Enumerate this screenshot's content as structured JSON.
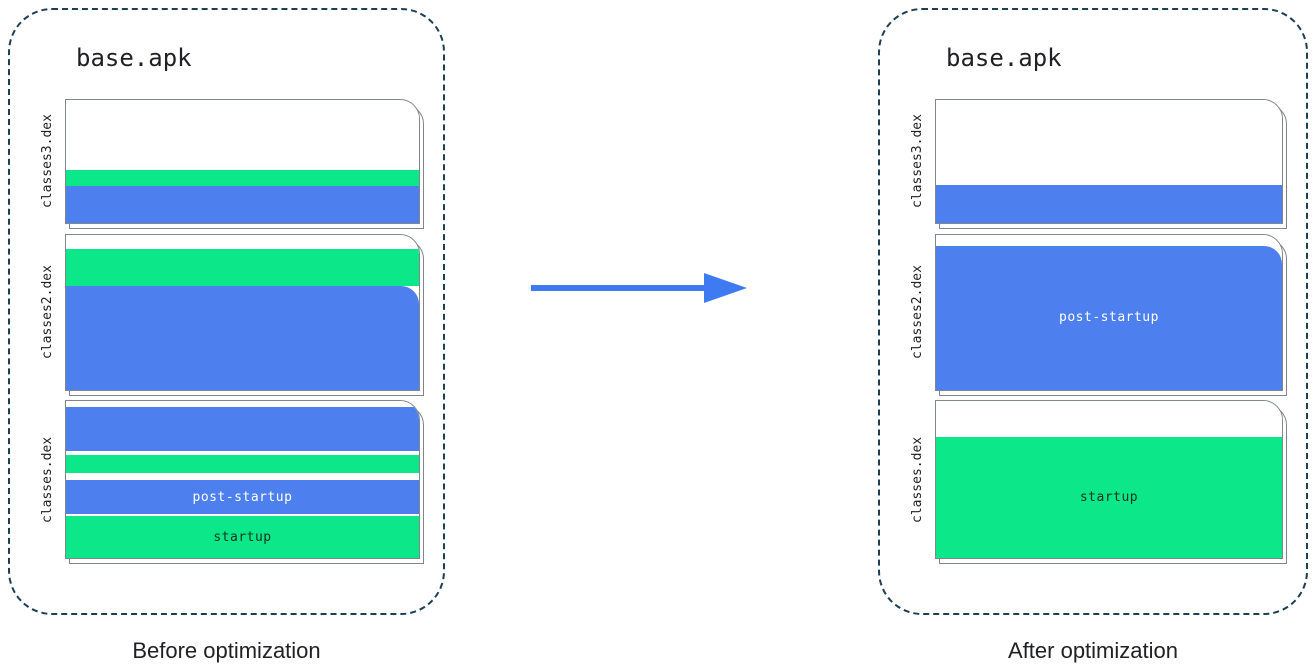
{
  "colors": {
    "green": "#0ce78a",
    "blue": "#4d7fee",
    "arrow": "#3e7bf3",
    "panel_border": "#1d3e53",
    "page_border": "#80868b"
  },
  "panels": [
    {
      "id": "before",
      "title": "base.apk",
      "caption": "Before optimization",
      "files": [
        {
          "name": "classes3.dex",
          "segments": [
            {
              "color": "white",
              "h": 57
            },
            {
              "color": "green",
              "h": 13
            },
            {
              "color": "blue",
              "h": 30
            }
          ]
        },
        {
          "name": "classes2.dex",
          "segments": [
            {
              "color": "white",
              "h": 9
            },
            {
              "color": "green",
              "h": 24
            },
            {
              "color": "blue",
              "h": 67,
              "rounded": true
            }
          ]
        },
        {
          "name": "classes.dex",
          "segments": [
            {
              "color": "white",
              "h": 4
            },
            {
              "color": "blue",
              "h": 28
            },
            {
              "color": "white",
              "h": 2.5
            },
            {
              "color": "green",
              "h": 11.5
            },
            {
              "color": "white",
              "h": 4.5
            },
            {
              "color": "blue",
              "h": 21.5,
              "label": "post-startup",
              "light": true
            },
            {
              "color": "white",
              "h": 1.5
            },
            {
              "color": "green",
              "h": 26.5,
              "label": "startup"
            }
          ]
        }
      ]
    },
    {
      "id": "after",
      "title": "base.apk",
      "caption": "After optimization",
      "files": [
        {
          "name": "classes3.dex",
          "segments": [
            {
              "color": "white",
              "h": 69
            },
            {
              "color": "blue",
              "h": 31
            }
          ]
        },
        {
          "name": "classes2.dex",
          "segments": [
            {
              "color": "white",
              "h": 7
            },
            {
              "color": "blue",
              "h": 93,
              "rounded": true,
              "label": "post-startup",
              "light": true
            }
          ]
        },
        {
          "name": "classes.dex",
          "segments": [
            {
              "color": "white",
              "h": 23
            },
            {
              "color": "green",
              "h": 77,
              "label": "startup"
            }
          ]
        }
      ]
    }
  ],
  "arrow_icon": "right-arrow"
}
